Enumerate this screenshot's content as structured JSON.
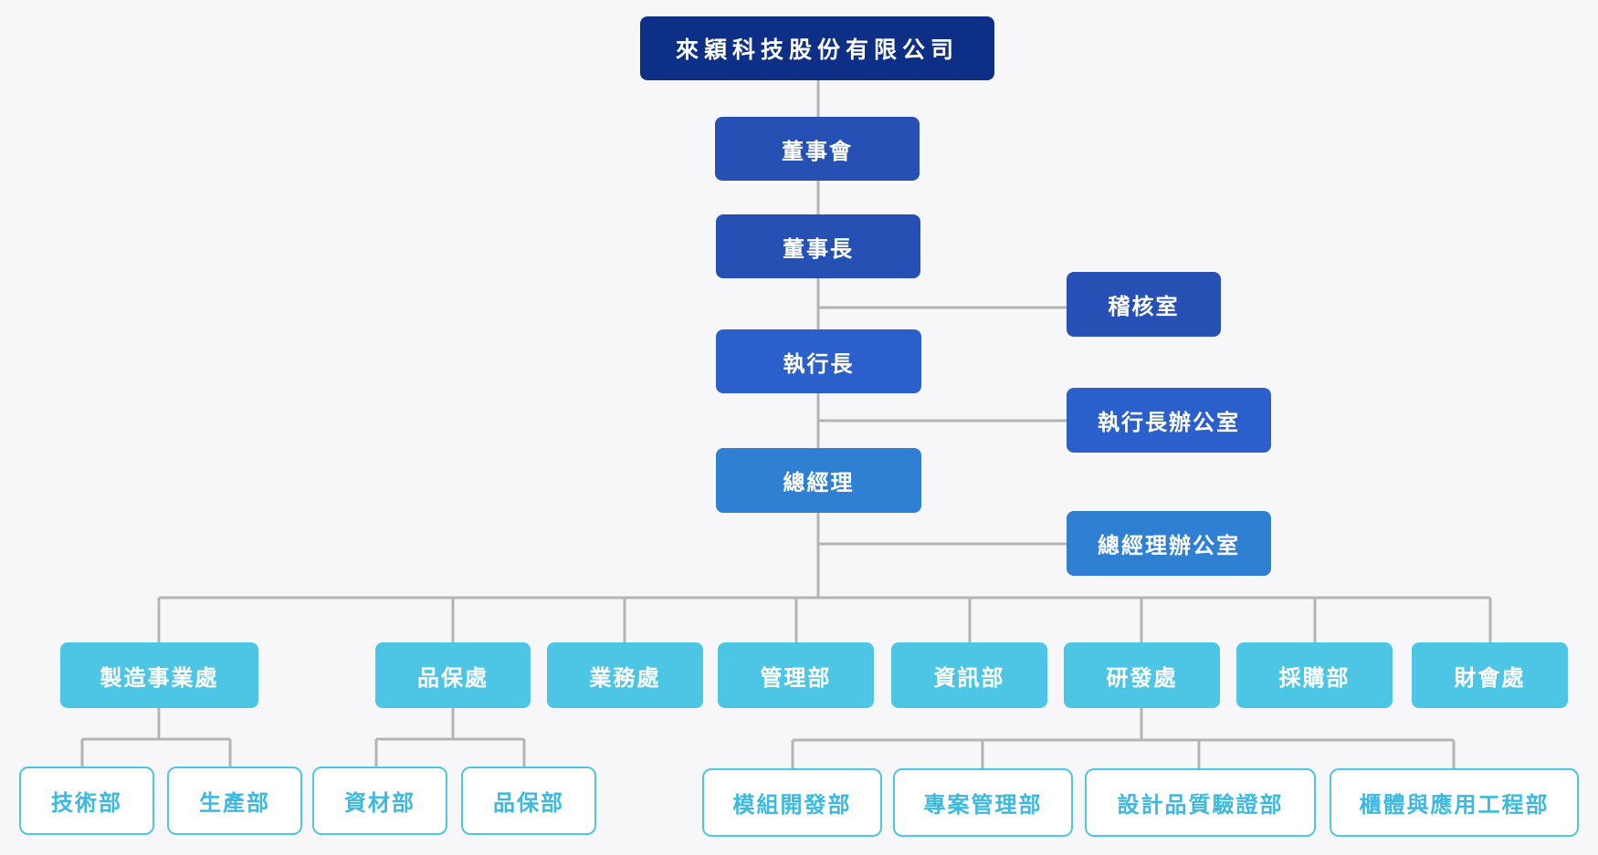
{
  "company": "來穎科技股份有限公司",
  "board": "董事會",
  "chairman": "董事長",
  "audit_office": "稽核室",
  "ceo": "執行長",
  "ceo_office": "執行長辦公室",
  "general_manager": "總經理",
  "gm_office": "總經理辦公室",
  "divisions": {
    "manufacturing": "製造事業處",
    "quality": "品保處",
    "sales": "業務處",
    "management": "管理部",
    "it": "資訊部",
    "rnd": "研發處",
    "purchasing": "採購部",
    "finance": "財會處"
  },
  "departments": {
    "technical": "技術部",
    "production": "生產部",
    "materials": "資材部",
    "quality_assurance": "品保部",
    "module_dev": "模組開發部",
    "project_mgmt": "專案管理部",
    "design_verification": "設計品質驗證部",
    "cabinet_app_eng": "櫃體與應用工程部"
  },
  "colors": {
    "top": "#0d2f86",
    "board": "#2750b4",
    "ceo": "#2b5fcb",
    "general_manager": "#2f7fd3",
    "division": "#4dc6e6",
    "department_border": "#4dc6e6",
    "department_text": "#3db9df",
    "connector": "#b4b4b4"
  }
}
